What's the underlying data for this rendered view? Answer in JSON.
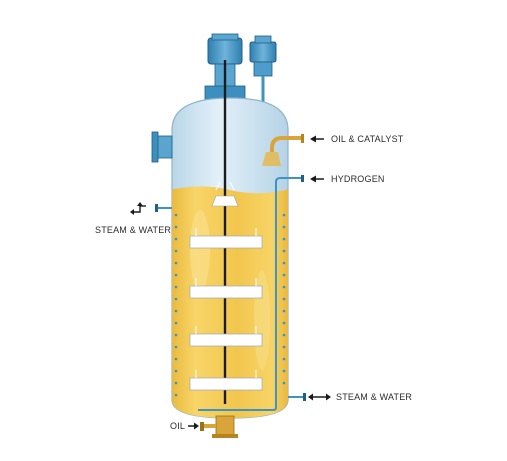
{
  "labels": {
    "oil_catalyst": "OIL & CATALYST",
    "hydrogen": "HYDROGEN",
    "steam_water_left": "STEAM & WATER",
    "steam_water_right": "STEAM & WATER",
    "oil": "OIL"
  },
  "colors": {
    "shell_top": "#d7eaf5",
    "shell_mid": "#bcd9ea",
    "liquid_light": "#f7d46a",
    "liquid_dark": "#e0a820",
    "pipe_blue": "#3f93c3",
    "motor_blue": "#3d8fbf",
    "catalyst_gold": "#d9a53a",
    "arrow": "#1a1a1a",
    "impeller": "#ffffff",
    "shaft": "#1c1c1c"
  },
  "icons": {
    "motor": "motor-icon",
    "gearbox": "gearbox-icon",
    "arrow": "arrow-icon"
  }
}
